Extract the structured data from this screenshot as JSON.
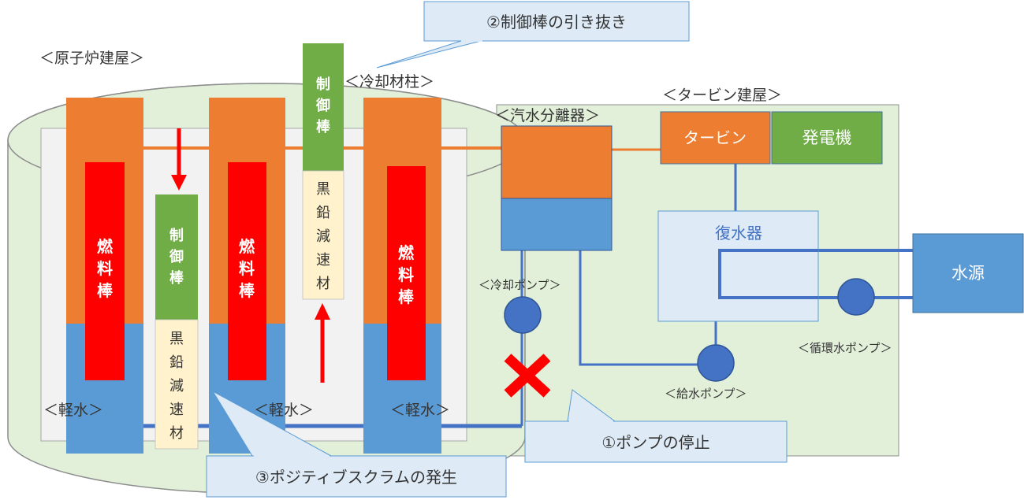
{
  "labels": {
    "reactor_building": "＜原子炉建屋＞",
    "turbine_building": "＜タービン建屋＞",
    "coolant_channel": "＜冷却材柱＞",
    "steam_separator": "＜汽水分離器＞",
    "turbine": "タービン",
    "generator": "発電機",
    "condenser": "復水器",
    "water_source": "水源",
    "cooling_pump": "＜冷却ポンプ＞",
    "feedwater_pump": "＜給水ポンプ＞",
    "circulating_pump": "＜循環水ポンプ＞",
    "light_water_1": "＜軽水＞",
    "light_water_2": "＜軽水＞",
    "light_water_3": "＜軽水＞"
  },
  "rods": {
    "fuel_1": [
      "燃",
      "料",
      "棒"
    ],
    "fuel_2": [
      "燃",
      "料",
      "棒"
    ],
    "fuel_3": [
      "燃",
      "料",
      "棒"
    ],
    "control_1": [
      "制",
      "御",
      "棒"
    ],
    "control_2": [
      "制",
      "御",
      "棒"
    ],
    "moderator_1": [
      "黒",
      "鉛",
      "減",
      "速",
      "材"
    ],
    "moderator_2": [
      "黒",
      "鉛",
      "減",
      "速",
      "材"
    ]
  },
  "callouts": {
    "step1": "①ポンプの停止",
    "step2": "②制御棒の引き抜き",
    "step3": "③ポジティブスクラムの発生"
  },
  "colors": {
    "orange": "#ED7D31",
    "blue": "#5B9BD5",
    "red": "#FF0000",
    "green": "#70AD47",
    "cream": "#FFF2CC",
    "pipe_blue": "#4472C4",
    "callout_fill": "#DEEBF7",
    "building_fill": "#E2F0D9",
    "inner_fill": "#F2F2F2"
  }
}
